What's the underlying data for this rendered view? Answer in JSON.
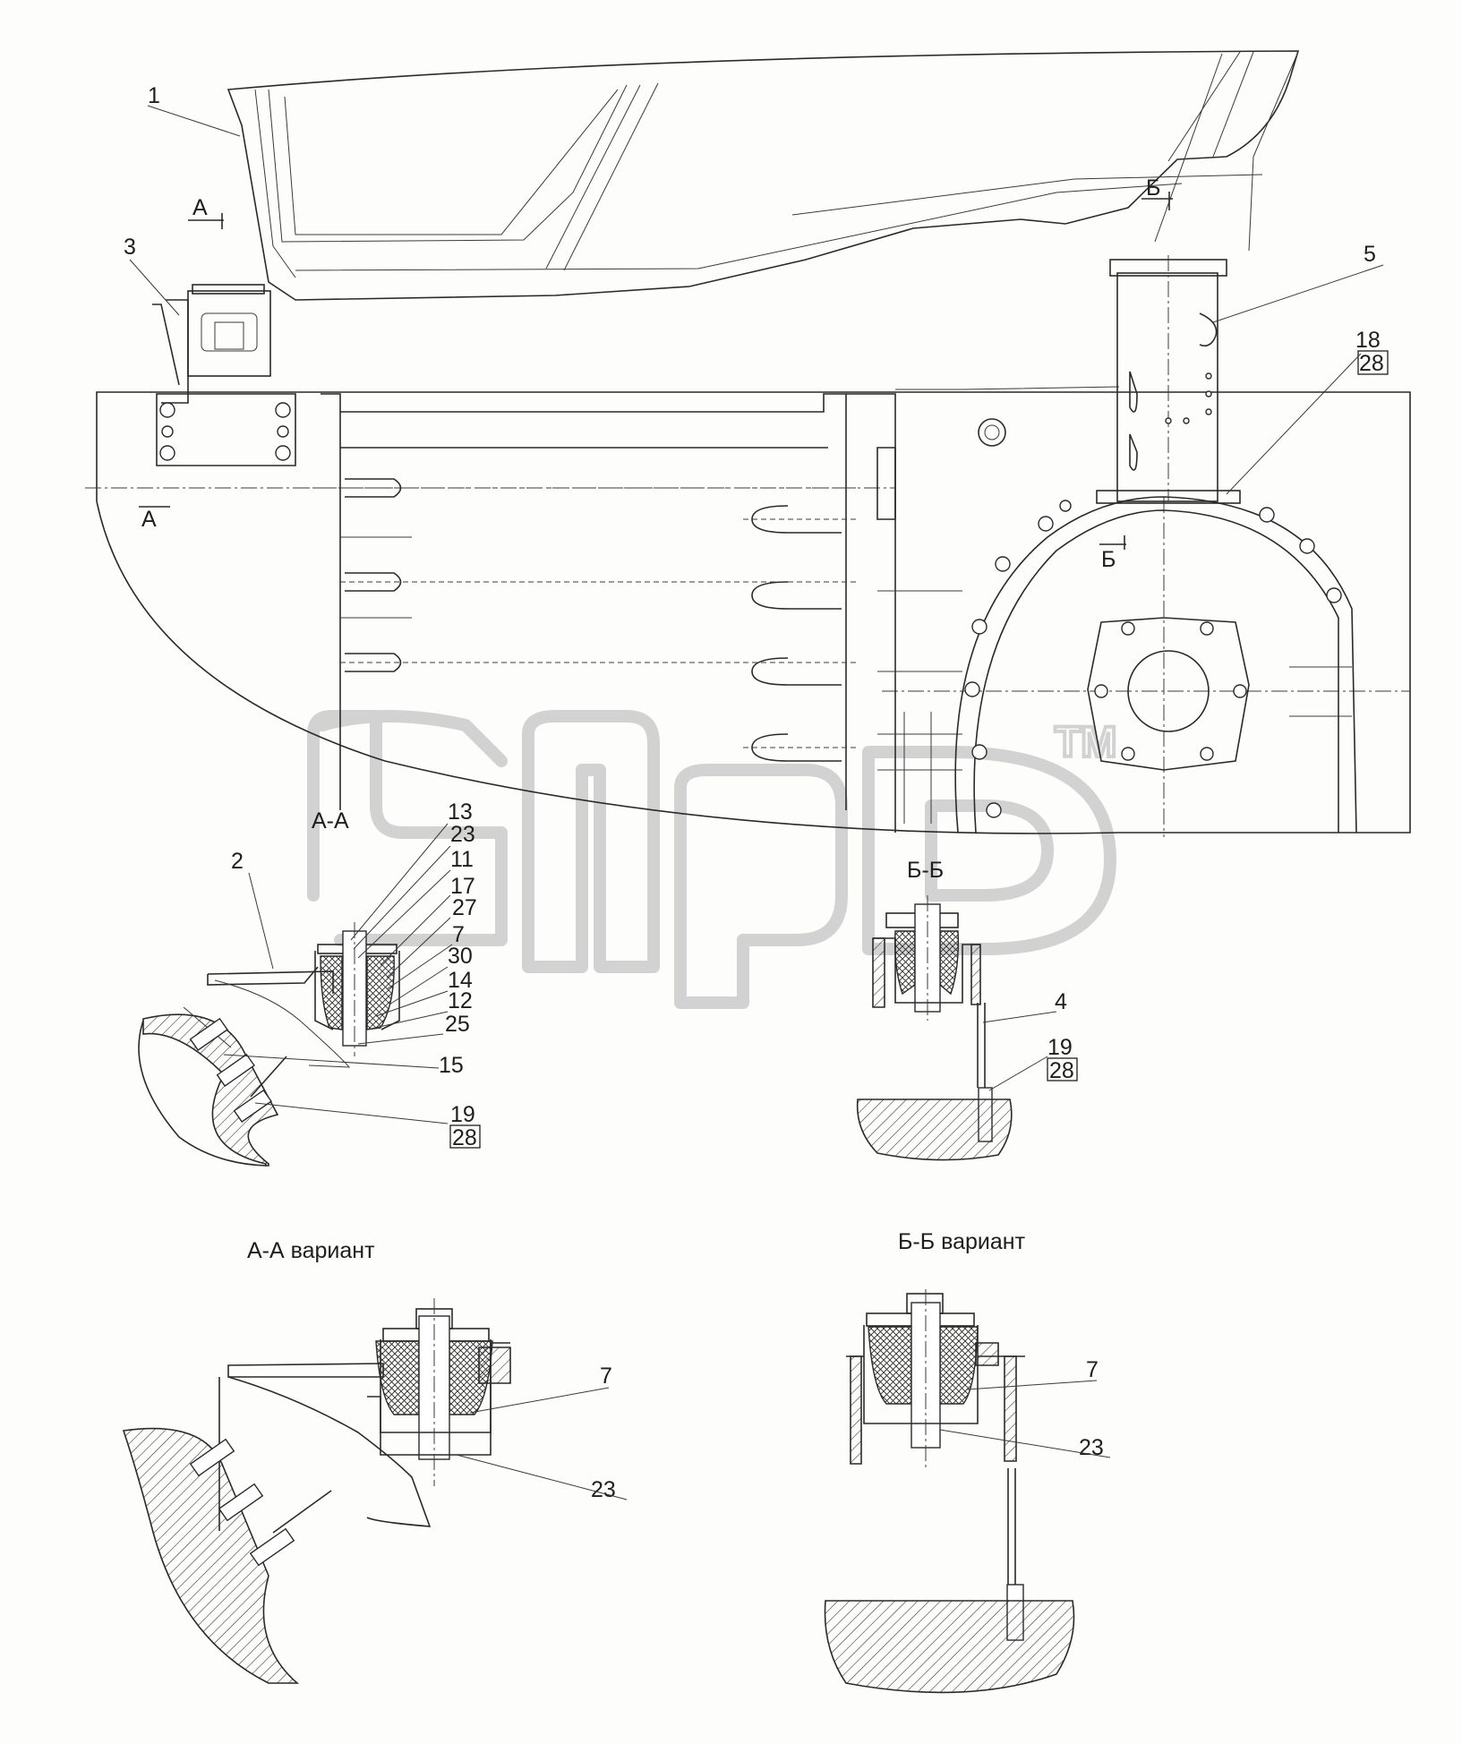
{
  "views": {
    "section_aa_title": "А-А",
    "section_bb_title": "Б-Б",
    "variant_aa_title": "А-А вариант",
    "variant_bb_title": "Б-Б вариант"
  },
  "section_marks": {
    "a_top": "А",
    "a_bottom": "А",
    "b_top": "Б",
    "b_bottom": "Б"
  },
  "callouts": {
    "main": [
      "1",
      "3",
      "5"
    ],
    "main_pair_18": {
      "top": "18",
      "boxed": "28"
    },
    "aa": [
      "2",
      "13",
      "23",
      "11",
      "17",
      "27",
      "7",
      "30",
      "14",
      "12",
      "25",
      "15"
    ],
    "aa_pair_19": {
      "top": "19",
      "boxed": "28"
    },
    "bb": [
      "4"
    ],
    "bb_pair_19": {
      "top": "19",
      "boxed": "28"
    },
    "variant_aa": [
      "7",
      "23"
    ],
    "variant_bb": [
      "7",
      "23"
    ]
  },
  "watermark": {
    "trademark": "TM",
    "color": "#d2d2d2"
  }
}
